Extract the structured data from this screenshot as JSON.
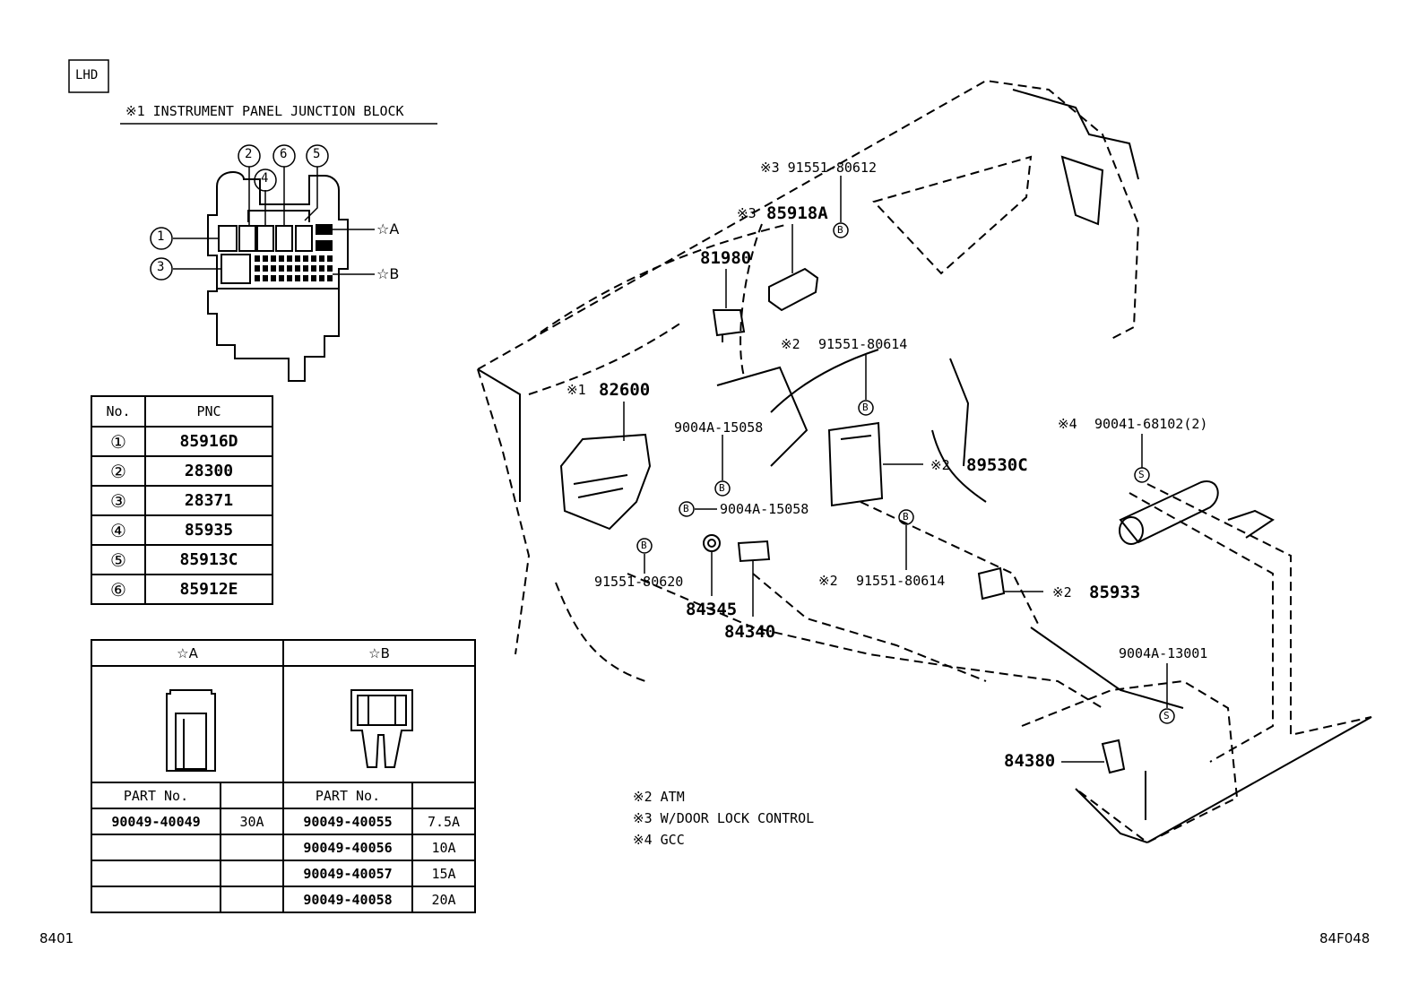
{
  "header": {
    "region_tag": "LHD",
    "junction_block_title": "※1 INSTRUMENT PANEL JUNCTION BLOCK"
  },
  "junction_block": {
    "callouts": [
      "①",
      "②",
      "③",
      "④",
      "⑤",
      "⑥"
    ],
    "star_a": "☆A",
    "star_b": "☆B"
  },
  "pnc_table": {
    "headers": [
      "No.",
      "PNC"
    ],
    "rows": [
      {
        "no": "①",
        "pnc": "85916D"
      },
      {
        "no": "②",
        "pnc": "28300"
      },
      {
        "no": "③",
        "pnc": "28371"
      },
      {
        "no": "④",
        "pnc": "85935"
      },
      {
        "no": "⑤",
        "pnc": "85913C"
      },
      {
        "no": "⑥",
        "pnc": "85912E"
      }
    ]
  },
  "fuse_table": {
    "col_a": "☆A",
    "col_b": "☆B",
    "part_no_header": "PART No.",
    "a_rows": [
      {
        "part": "90049-40049",
        "rating": "30A"
      },
      {
        "part": "",
        "rating": ""
      },
      {
        "part": "",
        "rating": ""
      },
      {
        "part": "",
        "rating": ""
      }
    ],
    "b_rows": [
      {
        "part": "90049-40055",
        "rating": "7.5A"
      },
      {
        "part": "90049-40056",
        "rating": "10A"
      },
      {
        "part": "90049-40057",
        "rating": "15A"
      },
      {
        "part": "90049-40058",
        "rating": "20A"
      }
    ]
  },
  "callouts": {
    "c1": "※3 91551-80612",
    "c2_mark": "※3",
    "c2_part": "85918A",
    "c3": "81980",
    "c4_mark": "※2",
    "c4_part": "91551-80614",
    "c5_mark": "※1",
    "c5_part": "82600",
    "c6": "9004A-15058",
    "c7": "9004A-15058",
    "c8_mark": "※2",
    "c8_part": "89530C",
    "c9": "91551-80620",
    "c10": "84345",
    "c11": "84340",
    "c12_mark": "※2",
    "c12_part": "91551-80614",
    "c13_mark": "※2",
    "c13_part": "85933",
    "c14_mark": "※4",
    "c14_part": "90041-68102(2)",
    "c15": "9004A-13001",
    "c16": "84380"
  },
  "markers": {
    "b": "B",
    "s": "S"
  },
  "notes": [
    "※2 ATM",
    "※3 W/DOOR LOCK CONTROL",
    "※4 GCC"
  ],
  "footer": {
    "left": "8401",
    "right": "84F048"
  }
}
